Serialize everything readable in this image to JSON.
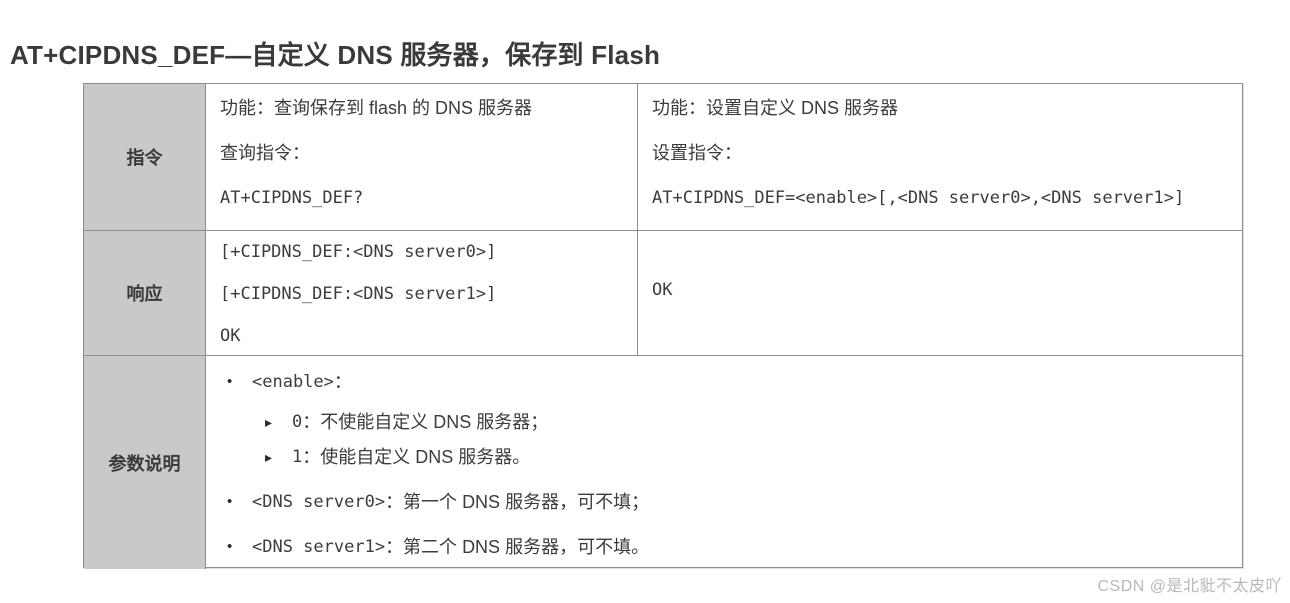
{
  "title": "AT+CIPDNS_DEF—自定义 DNS 服务器，保存到 Flash",
  "watermark": "CSDN @是北豼不太皮吖",
  "icons": {
    "bullet_dot": "•",
    "bullet_arrow": "▸"
  },
  "colors": {
    "header_bg": "#c9c9c9",
    "border": "#8d8d8d",
    "text": "#3c3c3c",
    "watermark": "#b6b9bb"
  },
  "table": {
    "row_command": {
      "header": "指令",
      "query": {
        "function": "功能：查询保存到 flash 的 DNS 服务器",
        "label": "查询指令：",
        "command": "AT+CIPDNS_DEF?"
      },
      "set": {
        "function": "功能：设置自定义 DNS 服务器",
        "label": "设置指令：",
        "command": "AT+CIPDNS_DEF=<enable>[,<DNS server0>,<DNS server1>]"
      }
    },
    "row_response": {
      "header": "响应",
      "query_lines": [
        "[+CIPDNS_DEF:<DNS server0>]",
        "[+CIPDNS_DEF:<DNS server1>]",
        "OK"
      ],
      "set_line": "OK"
    },
    "row_params": {
      "header": "参数说明",
      "items": [
        {
          "code": "<enable>",
          "text": "："
        },
        {
          "code": "0",
          "text": "：不使能自定义 DNS 服务器；"
        },
        {
          "code": "1",
          "text": "：使能自定义 DNS 服务器。"
        },
        {
          "code": "<DNS server0>",
          "text": "：第一个 DNS 服务器，可不填；"
        },
        {
          "code": "<DNS server1>",
          "text": "：第二个 DNS 服务器，可不填。"
        }
      ]
    }
  }
}
